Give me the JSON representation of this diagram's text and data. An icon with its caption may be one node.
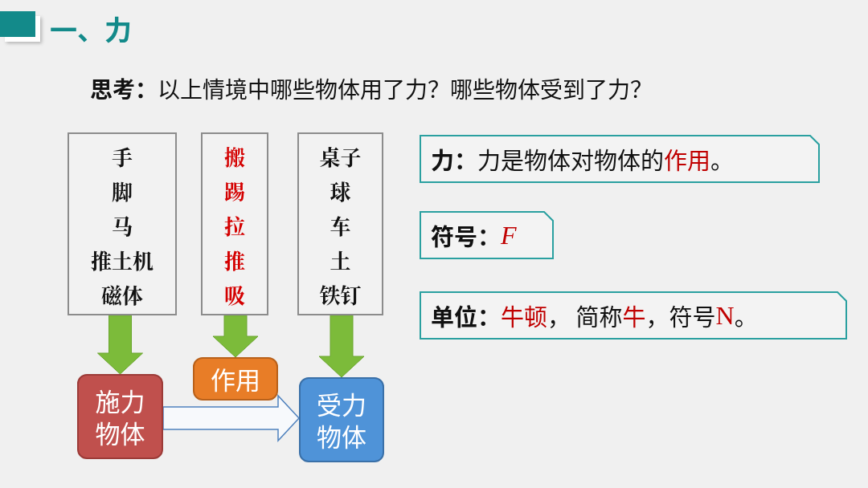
{
  "diagram": {
    "title": "一、力",
    "nodes": [
      {
        "text": [
          "手",
          "脚",
          "马",
          "推土机",
          "磁体"
        ]
      },
      {
        "text": [
          "搬",
          "踢",
          "拉",
          "推",
          "吸"
        ]
      },
      {
        "text": [
          "桌子",
          "球",
          "车",
          "土",
          "铁钉"
        ]
      },
      {
        "text": [
          "施力物体"
        ]
      },
      {
        "text": [
          "作用"
        ]
      },
      {
        "text": [
          "受力物体"
        ]
      },
      {
        "text": [
          "力：",
          "力是物体对物体的",
          "作用",
          "。"
        ]
      },
      {
        "text": [
          "符号：",
          "F"
        ]
      },
      {
        "text": [
          "单位：",
          "牛顿",
          "， 简称",
          "牛",
          "，符号",
          "N",
          "。"
        ]
      }
    ],
    "edges": [
      {
        "from": 0,
        "to": 3,
        "arrow": "to",
        "style": "thick"
      },
      {
        "from": 1,
        "to": 4,
        "arrow": "to",
        "style": "thick"
      },
      {
        "from": 2,
        "to": 5,
        "arrow": "to",
        "style": "thick"
      },
      {
        "from": 3,
        "to": 5,
        "arrow": "to",
        "style": "thick",
        "color": "#4f81bd"
      }
    ],
    "labels": [
      "**思考：**以上情境中哪些物体用了力？哪些物体受到了力？"
    ]
  }
}
